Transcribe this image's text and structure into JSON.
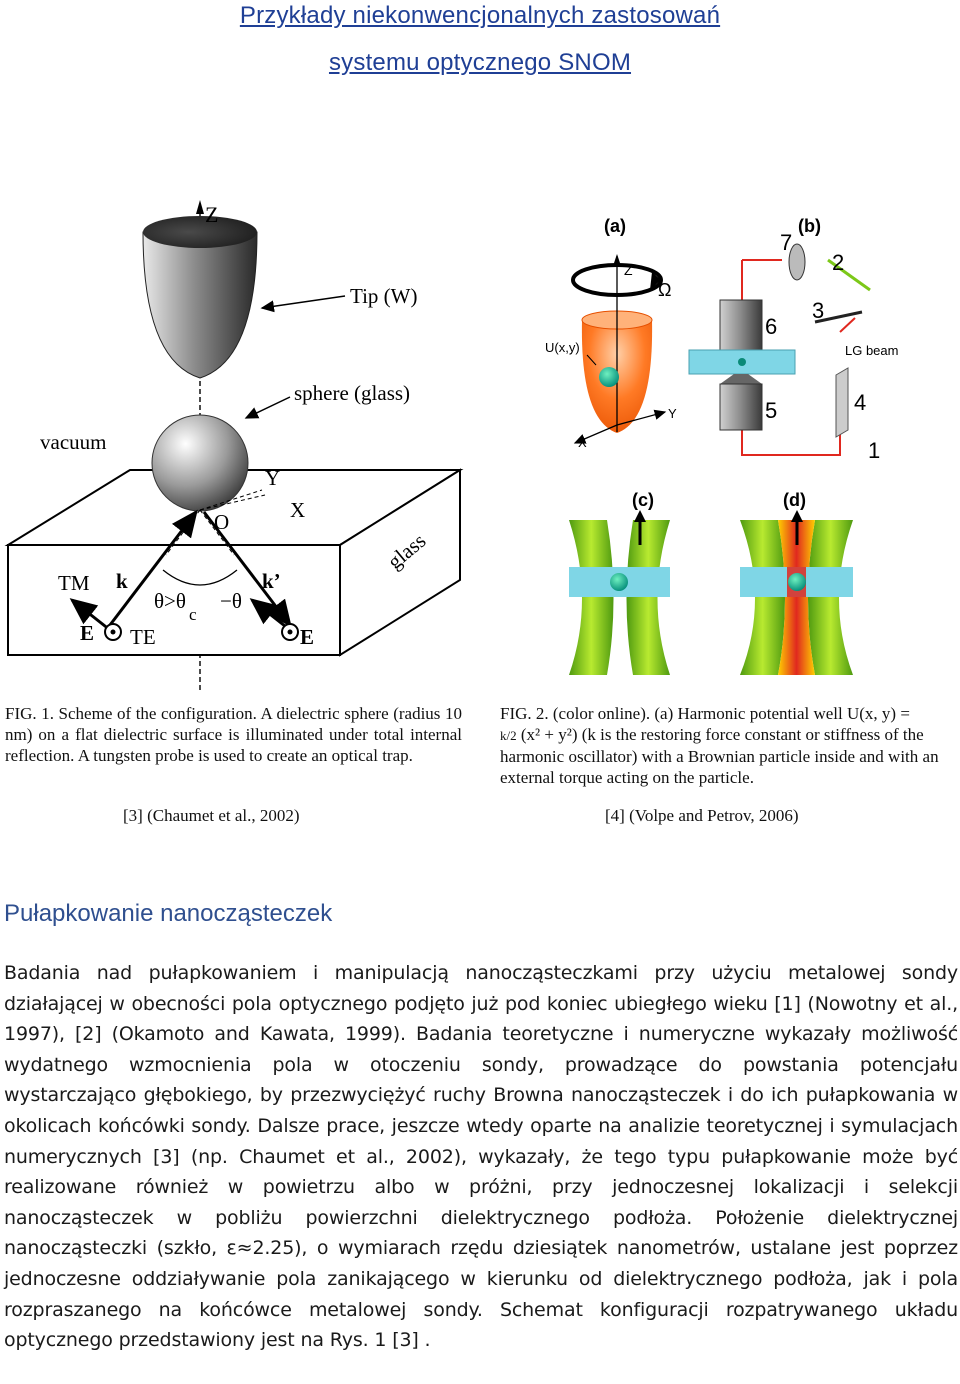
{
  "header": {
    "title_line1": "Przykłady niekonwencjonalnych zastosowań",
    "title_line2": "systemu optycznego SNOM"
  },
  "figure1": {
    "labels": {
      "z": "Z",
      "tip": "Tip (W)",
      "sphere": "sphere (glass)",
      "vacuum": "vacuum",
      "y": "Y",
      "x": "X",
      "o": "O",
      "glass": "glass",
      "tm": "TM",
      "k": "k",
      "kprime": "k’",
      "theta_gt": "θ>θ",
      "theta_c_sub": "c",
      "minus_theta": "−θ",
      "e_left": "E",
      "te": "TE",
      "e_right": "E"
    },
    "caption": "FIG. 1.   Scheme of the configuration.   A dielectric sphere (radius 10 nm) on a flat dielectric surface is illuminated under total internal reflection. A tungsten probe is used to create an optical trap.",
    "citation": "[3] (Chaumet et al., 2002)"
  },
  "figure2": {
    "labels": {
      "a": "(a)",
      "b": "(b)",
      "c": "(c)",
      "d": "(d)",
      "z": "Z",
      "omega": "Ω",
      "u": "U(x,y)",
      "y": "Y",
      "x": "X",
      "n7": "7",
      "n2": "2",
      "n3": "3",
      "n6": "6",
      "n5": "5",
      "n4": "4",
      "n1": "1",
      "lg": "LG beam"
    },
    "caption_line1": "FIG. 2.  (color online). (a) Harmonic potential well U(x, y) =",
    "caption_line2": "(x² + y²) (k is the restoring force constant or stiffness of the",
    "caption_frac": "k/2",
    "caption_line3": "harmonic oscillator) with a Brownian particle inside and with an",
    "caption_line4": "external torque acting on the particle.",
    "citation": "[4] (Volpe and Petrov, 2006)"
  },
  "section": {
    "title": "Pułapkowanie nanocząsteczek",
    "paragraph": "Badania nad pułapkowaniem i manipulacją nanocząsteczkami przy użyciu metalowej sondy działającej w obecności pola optycznego podjęto już pod koniec ubiegłego wieku [1] (Nowotny et al., 1997), [2] (Okamoto and Kawata, 1999). Badania teoretyczne i numeryczne wykazały możliwość wydatnego wzmocnienia pola w otoczeniu sondy, prowadzące do powstania potencjału wystarczająco głębokiego, by przezwyciężyć ruchy Browna nanocząsteczek i do ich pułapkowania w okolicach końcówki sondy. Dalsze prace, jeszcze wtedy oparte na analizie teoretycznej i symulacjach numerycznych [3] (np. Chaumet et al., 2002), wykazały, że tego typu pułapkowanie może być realizowane również w powietrzu albo w próżni, przy jednoczesnej lokalizacji i selekcji nanocząsteczek w pobliżu powierzchni dielektrycznego podłoża. Położenie dielektrycznej nanocząsteczki (szkło, ε≈2.25), o wymiarach rzędu dziesiątek nanometrów, ustalane jest poprzez jednoczesne oddziaływanie pola zanikającego w kierunku od  dielektrycznego podłoża, jak i pola rozpraszanego na końcówce metalowej sondy. Schemat konfiguracji rozpatrywanego układu optycznego przedstawiony jest na Rys. 1 [3] ."
  },
  "colors": {
    "title_blue": "#1f3f95",
    "section_blue": "#2f4f8f",
    "orange": "#ff6a10",
    "green": "#7cc818",
    "teal": "#7fd6e6",
    "red": "#e0281f"
  }
}
